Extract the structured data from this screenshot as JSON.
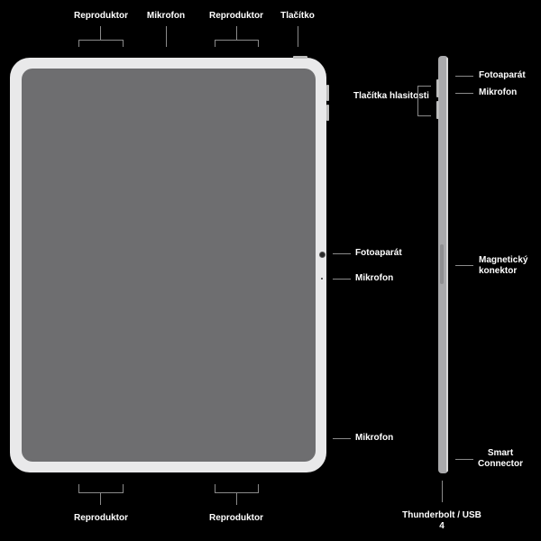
{
  "top_labels": [
    "Reproduktor",
    "Mikrofon",
    "Reproduktor",
    "Tlačítko"
  ],
  "right_labels": [
    "Fotoaparát",
    "Mikrofon",
    "Mikrofon"
  ],
  "bottom_labels": [
    "Reproduktor",
    "Reproduktor"
  ],
  "side_view": {
    "volume_buttons": "Tlačítka hlasitosti",
    "camera": "Fotoaparát",
    "microphone": "Mikrofon",
    "magnetic_connector": "Magnetický konektor",
    "smart_connector": "Smart Connector",
    "port": "Thunderbolt / USB 4"
  }
}
